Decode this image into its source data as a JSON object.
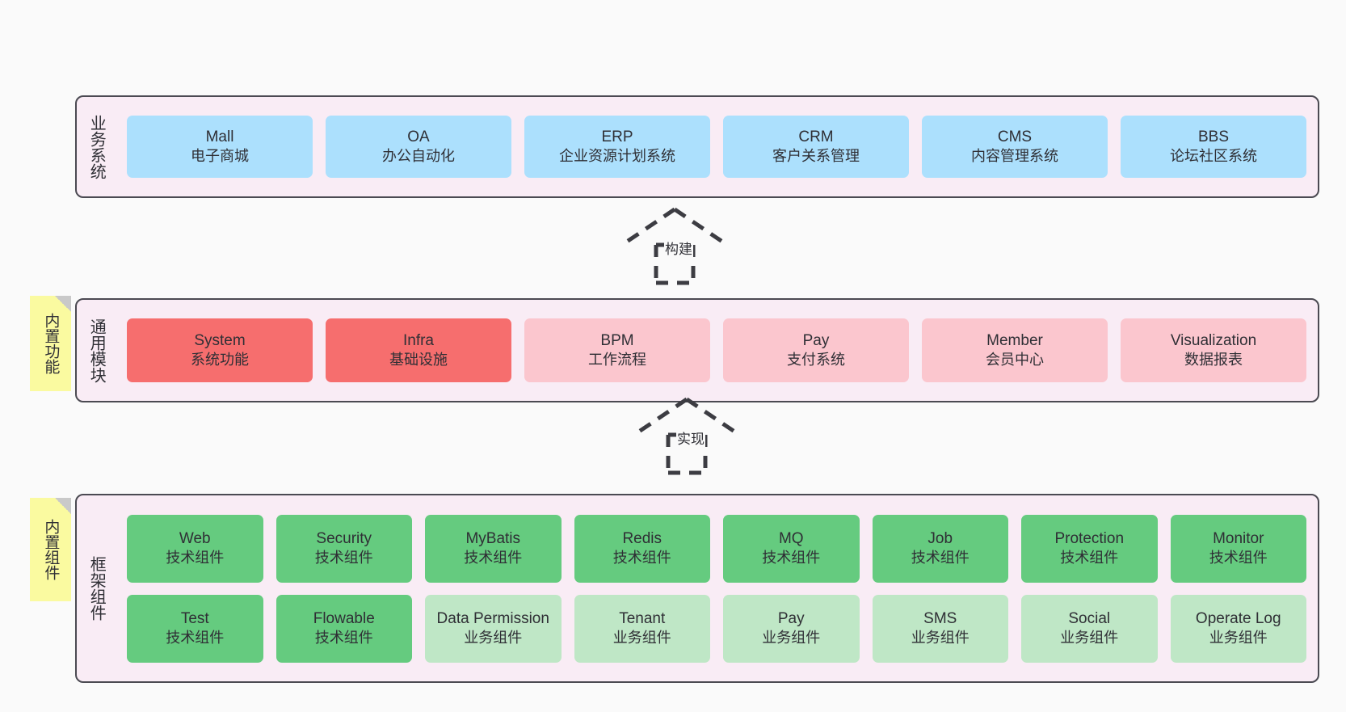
{
  "diagram": {
    "background_color": "#fafafa",
    "frame_fill": "#f9ecf5",
    "frame_border": "#4b4a52",
    "sticky_color": "#fafaa0"
  },
  "layers": [
    {
      "id": "business",
      "title": "业务系统",
      "rows": [
        {
          "nodes": [
            {
              "en": "Mall",
              "cn": "电子商城",
              "color": "#ace0fd",
              "style": "c-blue"
            },
            {
              "en": "OA",
              "cn": "办公自动化",
              "color": "#ace0fd",
              "style": "c-blue"
            },
            {
              "en": "ERP",
              "cn": "企业资源计划系统",
              "color": "#ace0fd",
              "style": "c-blue"
            },
            {
              "en": "CRM",
              "cn": "客户关系管理",
              "color": "#ace0fd",
              "style": "c-blue"
            },
            {
              "en": "CMS",
              "cn": "内容管理系统",
              "color": "#ace0fd",
              "style": "c-blue"
            },
            {
              "en": "BBS",
              "cn": "论坛社区系统",
              "color": "#ace0fd",
              "style": "c-blue"
            }
          ]
        }
      ]
    },
    {
      "id": "modules",
      "title": "通用模块",
      "sticky": "内置功能",
      "rows": [
        {
          "nodes": [
            {
              "en": "System",
              "cn": "系统功能",
              "color": "#f66e6e",
              "style": "c-red"
            },
            {
              "en": "Infra",
              "cn": "基础设施",
              "color": "#f66e6e",
              "style": "c-red"
            },
            {
              "en": "BPM",
              "cn": "工作流程",
              "color": "#fbc6ce",
              "style": "c-pink"
            },
            {
              "en": "Pay",
              "cn": "支付系统",
              "color": "#fbc6ce",
              "style": "c-pink"
            },
            {
              "en": "Member",
              "cn": "会员中心",
              "color": "#fbc6ce",
              "style": "c-pink"
            },
            {
              "en": "Visualization",
              "cn": "数据报表",
              "color": "#fbc6ce",
              "style": "c-pink"
            }
          ]
        }
      ]
    },
    {
      "id": "framework",
      "title": "框架组件",
      "sticky": "内置组件",
      "rows": [
        {
          "nodes": [
            {
              "en": "Web",
              "cn": "技术组件",
              "color": "#65cb7f",
              "style": "c-green"
            },
            {
              "en": "Security",
              "cn": "技术组件",
              "color": "#65cb7f",
              "style": "c-green"
            },
            {
              "en": "MyBatis",
              "cn": "技术组件",
              "color": "#65cb7f",
              "style": "c-green"
            },
            {
              "en": "Redis",
              "cn": "技术组件",
              "color": "#65cb7f",
              "style": "c-green"
            },
            {
              "en": "MQ",
              "cn": "技术组件",
              "color": "#65cb7f",
              "style": "c-green"
            },
            {
              "en": "Job",
              "cn": "技术组件",
              "color": "#65cb7f",
              "style": "c-green"
            },
            {
              "en": "Protection",
              "cn": "技术组件",
              "color": "#65cb7f",
              "style": "c-green"
            },
            {
              "en": "Monitor",
              "cn": "技术组件",
              "color": "#65cb7f",
              "style": "c-green"
            }
          ]
        },
        {
          "nodes": [
            {
              "en": "Test",
              "cn": "技术组件",
              "color": "#65cb7f",
              "style": "c-green"
            },
            {
              "en": "Flowable",
              "cn": "技术组件",
              "color": "#65cb7f",
              "style": "c-green"
            },
            {
              "en": "Data Permission",
              "cn": "业务组件",
              "color": "#bfe7c6",
              "style": "c-lightgreen"
            },
            {
              "en": "Tenant",
              "cn": "业务组件",
              "color": "#bfe7c6",
              "style": "c-lightgreen"
            },
            {
              "en": "Pay",
              "cn": "业务组件",
              "color": "#bfe7c6",
              "style": "c-lightgreen"
            },
            {
              "en": "SMS",
              "cn": "业务组件",
              "color": "#bfe7c6",
              "style": "c-lightgreen"
            },
            {
              "en": "Social",
              "cn": "业务组件",
              "color": "#bfe7c6",
              "style": "c-lightgreen"
            },
            {
              "en": "Operate Log",
              "cn": "业务组件",
              "color": "#bfe7c6",
              "style": "c-lightgreen"
            }
          ]
        }
      ]
    }
  ],
  "connectors": [
    {
      "id": "build",
      "label": "构建",
      "direction": "up",
      "style": "dashed-hollow-arrow"
    },
    {
      "id": "impl",
      "label": "实现",
      "direction": "up",
      "style": "dashed-hollow-arrow"
    }
  ]
}
